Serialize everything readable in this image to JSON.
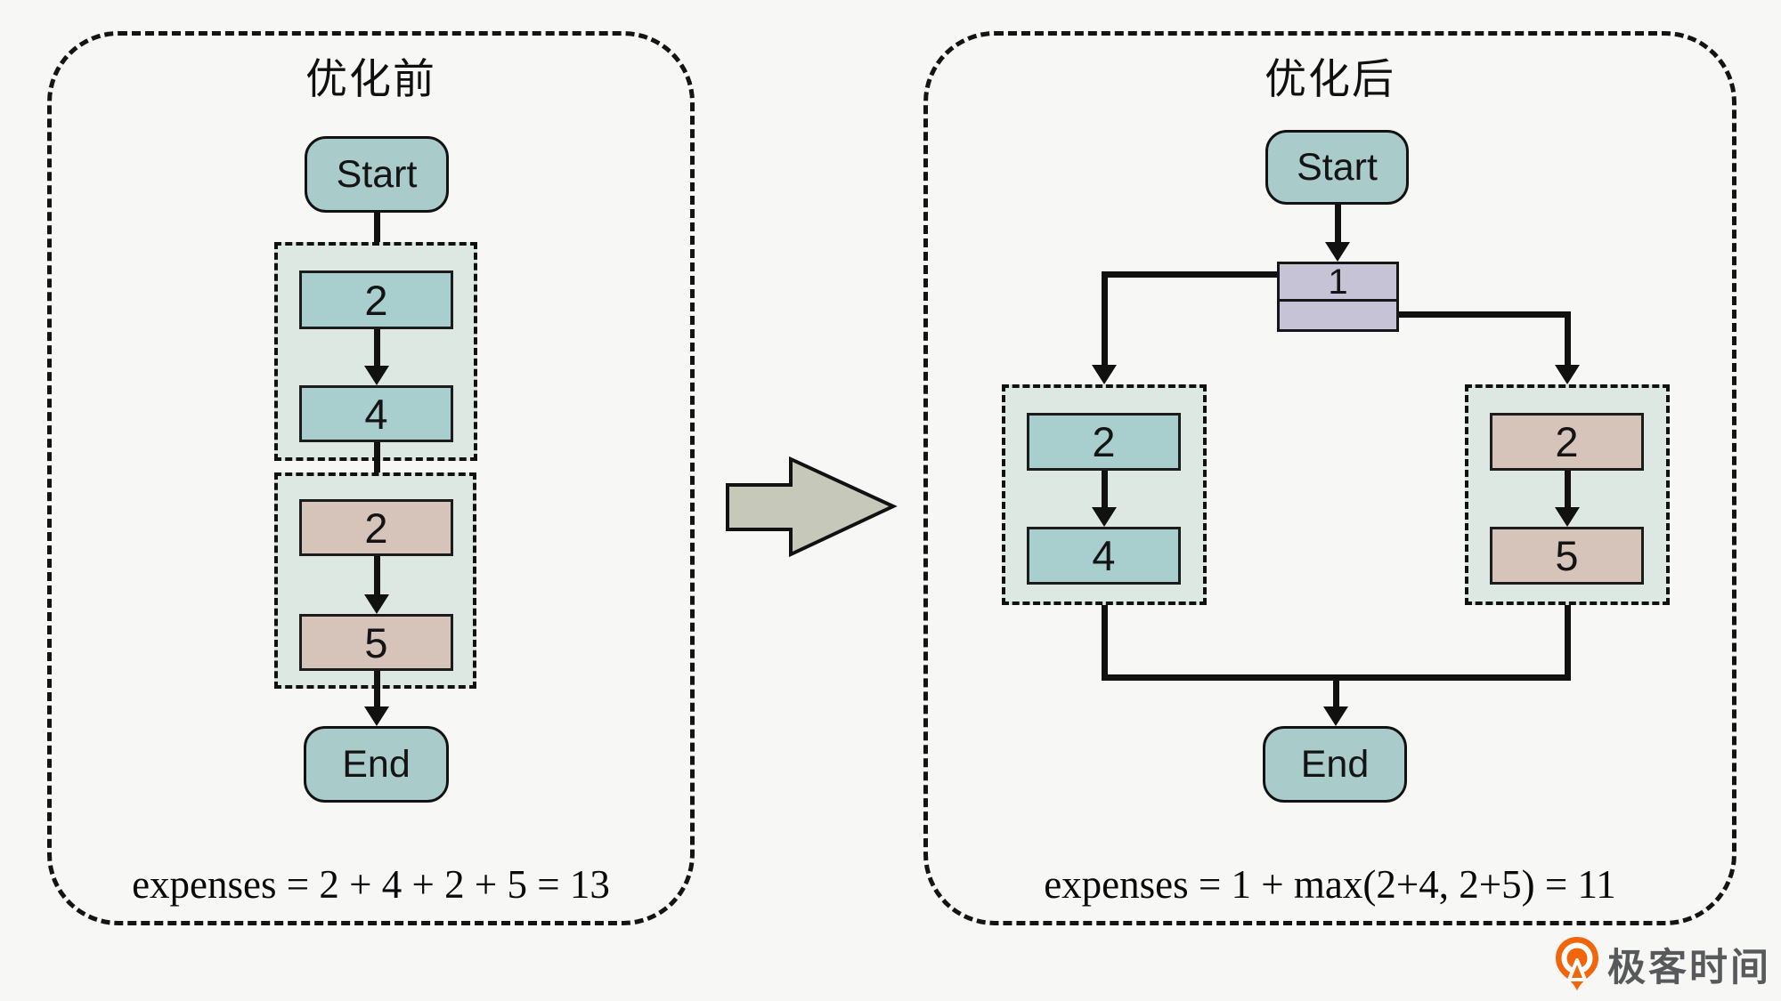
{
  "colors": {
    "background": "#f7f8f6",
    "node_teal": "#a9cbca",
    "box_teal": "#a8cfce",
    "box_tan": "#d6c3ba",
    "fork_lavender": "#c6c3d7",
    "group_bg": "#dde8e3",
    "block_arrow_fill": "#c6c8ba",
    "line_black": "#111111",
    "brand_orange": "#f1660d",
    "brand_text": "#58595b"
  },
  "before": {
    "title": "优化前",
    "start_label": "Start",
    "stage1": {
      "steps": [
        "2",
        "4"
      ]
    },
    "stage2": {
      "steps": [
        "2",
        "5"
      ]
    },
    "end_label": "End",
    "formula": "expenses = 2 + 4 + 2 + 5 = 13"
  },
  "after": {
    "title": "优化后",
    "start_label": "Start",
    "fork_label": "1",
    "branch_left": {
      "steps": [
        "2",
        "4"
      ]
    },
    "branch_right": {
      "steps": [
        "2",
        "5"
      ]
    },
    "end_label": "End",
    "formula": "expenses = 1 + max(2+4, 2+5) = 11"
  },
  "brand": {
    "name": "极客时间"
  }
}
